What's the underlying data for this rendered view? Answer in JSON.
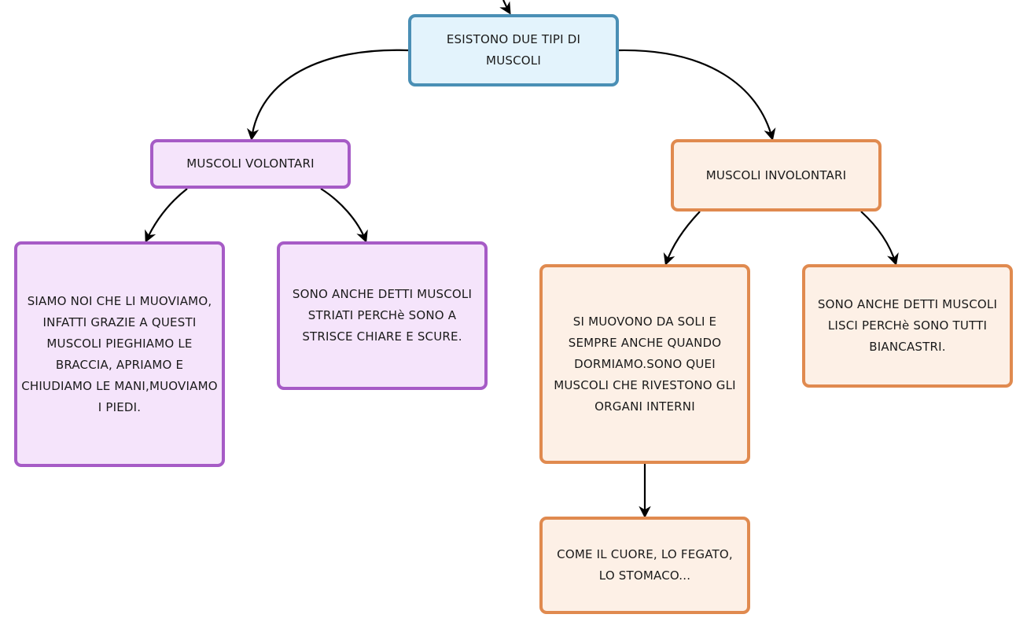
{
  "diagram": {
    "type": "concept-map",
    "colors": {
      "blue_fill": "#e3f3fc",
      "blue_border": "#4a8fb5",
      "purple_fill": "#f5e4fb",
      "purple_border": "#a65bc6",
      "orange_fill": "#fdf0e6",
      "orange_border": "#e08a4f",
      "connector": "#000000"
    },
    "nodes": {
      "root": "ESISTONO DUE TIPI DI MUSCOLI",
      "volontari": "MUSCOLI VOLONTARI",
      "involontari": "MUSCOLI INVOLONTARI",
      "volontari_desc": "SIAMO NOI CHE LI MUOVIAMO, INFATTI GRAZIE A QUESTI MUSCOLI PIEGHIAMO LE BRACCIA, APRIAMO E CHIUDIAMO LE MANI,MUOVIAMO I PIEDI.",
      "volontari_striati": "SONO ANCHE DETTI MUSCOLI STRIATI PERCHè SONO A STRISCE CHIARE E SCURE.",
      "involontari_desc": "SI MUOVONO DA SOLI E SEMPRE ANCHE QUANDO DORMIAMO.SONO QUEI MUSCOLI CHE RIVESTONO GLI ORGANI INTERNI",
      "involontari_lisci": "SONO ANCHE DETTI MUSCOLI LISCI PERCHè SONO TUTTI BIANCASTRI.",
      "organi_esempi": "COME IL CUORE, LO FEGATO, LO STOMACO..."
    }
  }
}
